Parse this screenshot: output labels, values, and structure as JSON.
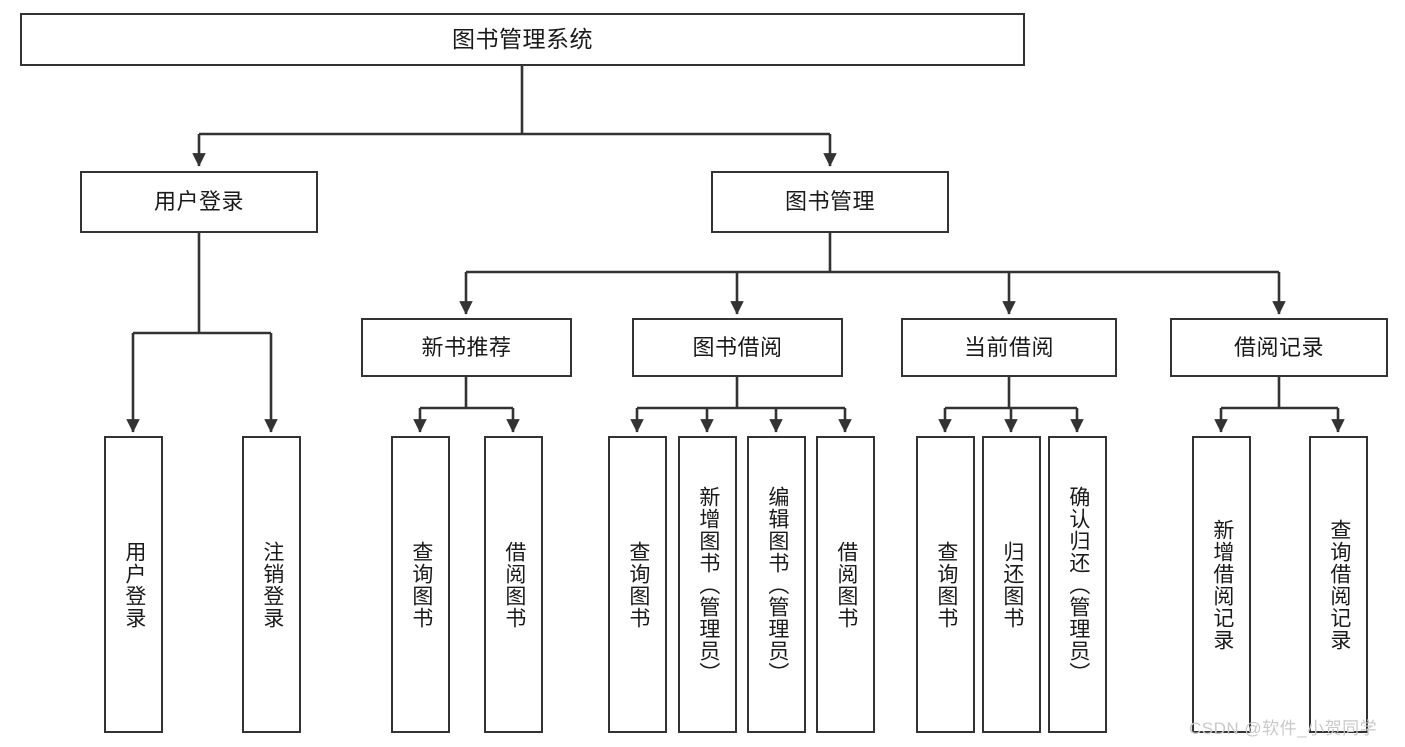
{
  "diagram": {
    "title": "图书管理系统",
    "type": "tree-hierarchy-chart",
    "colors": {
      "box_border": "#333333",
      "box_fill": "#ffffff",
      "connector": "#333333",
      "background": "#ffffff",
      "watermark": "#c9c9c9"
    },
    "nodes": {
      "root": {
        "label": "图书管理系统"
      },
      "level1": [
        {
          "label": "用户登录"
        },
        {
          "label": "图书管理"
        }
      ],
      "level2": [
        {
          "label": "新书推荐"
        },
        {
          "label": "图书借阅"
        },
        {
          "label": "当前借阅"
        },
        {
          "label": "借阅记录"
        }
      ],
      "leaves": {
        "user_login": [
          {
            "label": "用户登录"
          },
          {
            "label": "注销登录"
          }
        ],
        "new_book_recommend": [
          {
            "label": "查询图书"
          },
          {
            "label": "借阅图书"
          }
        ],
        "book_borrow": [
          {
            "label": "查询图书"
          },
          {
            "label": "新增图书（管理员）"
          },
          {
            "label": "编辑图书（管理员）"
          },
          {
            "label": "借阅图书"
          }
        ],
        "current_borrow": [
          {
            "label": "查询图书"
          },
          {
            "label": "归还图书"
          },
          {
            "label": "确认归还（管理员）"
          }
        ],
        "borrow_record": [
          {
            "label": "新增借阅记录"
          },
          {
            "label": "查询借阅记录"
          }
        ]
      }
    },
    "watermark": "CSDN @软件_小贺同学"
  }
}
